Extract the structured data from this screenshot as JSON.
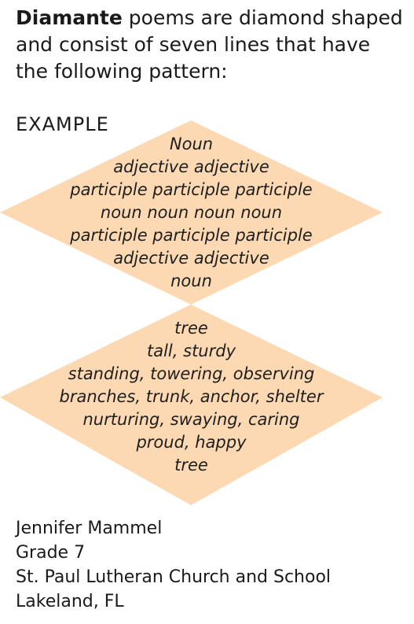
{
  "intro": {
    "bold": "Diamante",
    "rest": " poems are diamond shaped and consist of seven lines that have the following pattern:"
  },
  "example_label": "EXAMPLE",
  "pattern_lines": [
    "Noun",
    "adjective adjective",
    "participle participle participle",
    "noun noun noun noun",
    "participle participle participle",
    "adjective adjective",
    "noun"
  ],
  "example_lines": [
    "tree",
    "tall, sturdy",
    "standing, towering, observing",
    "branches, trunk, anchor, shelter",
    "nurturing, swaying, caring",
    "proud, happy",
    "tree"
  ],
  "credit": {
    "name": "Jennifer Mammel",
    "grade": "Grade 7",
    "school": "St. Paul Lutheran Church and School",
    "location": "Lakeland, FL"
  },
  "colors": {
    "diamond_fill": "#fcd9b3",
    "text": "#1a1a1a"
  }
}
